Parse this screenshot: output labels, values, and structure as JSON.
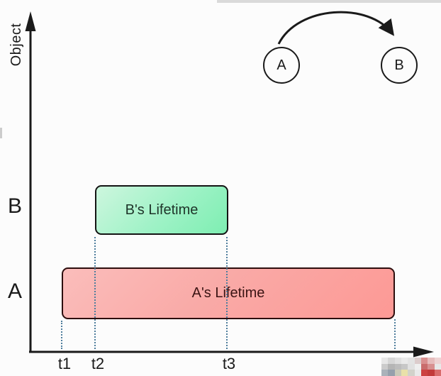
{
  "page": {
    "background": "#fcfcfc"
  },
  "chart_data": {
    "type": "bar",
    "subtype": "object-lifetime-timeline",
    "title": "",
    "y_axis_label": "Object",
    "x_ticks": [
      "t1",
      "t2",
      "t3"
    ],
    "rows": [
      {
        "key": "B",
        "bar_label": "B's Lifetime",
        "start_tick": "t2",
        "end_tick": "t3",
        "fill": "#7eeeb2"
      },
      {
        "key": "A",
        "bar_label": "A's Lifetime",
        "start_tick": "t1",
        "end_tick": "beyond t3 (unlabeled guide)",
        "fill": "#fd9995"
      }
    ],
    "guides": {
      "style": "dotted",
      "color": "#4e7d9c",
      "positions": [
        "t1",
        "t2",
        "t3",
        "end of A's lifetime"
      ]
    },
    "legend": "none",
    "grid": "off"
  },
  "relation_diagram": {
    "node_a": "A",
    "node_b": "B",
    "edge": "curved arrow from A to B"
  },
  "colors": {
    "axis": "#1a1a1a",
    "green_gradient_start": "#cdf6de",
    "green_gradient_end": "#7eeeb2",
    "red_gradient_start": "#fbbdbb",
    "red_gradient_end": "#fd9995",
    "dotted_guide": "#4e7d9c"
  },
  "watermark": {
    "rows": [
      [
        "#e7e7e7",
        "#d6d6d6",
        "#e0e0e0",
        "#eaeaea",
        "#e3e3e3",
        "#dccccc",
        "#d98f8f",
        "#e6bcbc",
        "#eed3d3"
      ],
      [
        "#cbcbcb",
        "#b5b5b5",
        "#bdbdbd",
        "#c7c7c7",
        "#e1e1e1",
        "#efefef",
        "#c96c6c",
        "#d89090",
        "#e8e8e8"
      ],
      [
        "#aab2ba",
        "#96a0ac",
        "#c9c9b9",
        "#e9e1a9",
        "#d2d2ca",
        "#e9e9e9",
        "#cc4141",
        "#c23a3a",
        "#d96c6c"
      ]
    ]
  }
}
